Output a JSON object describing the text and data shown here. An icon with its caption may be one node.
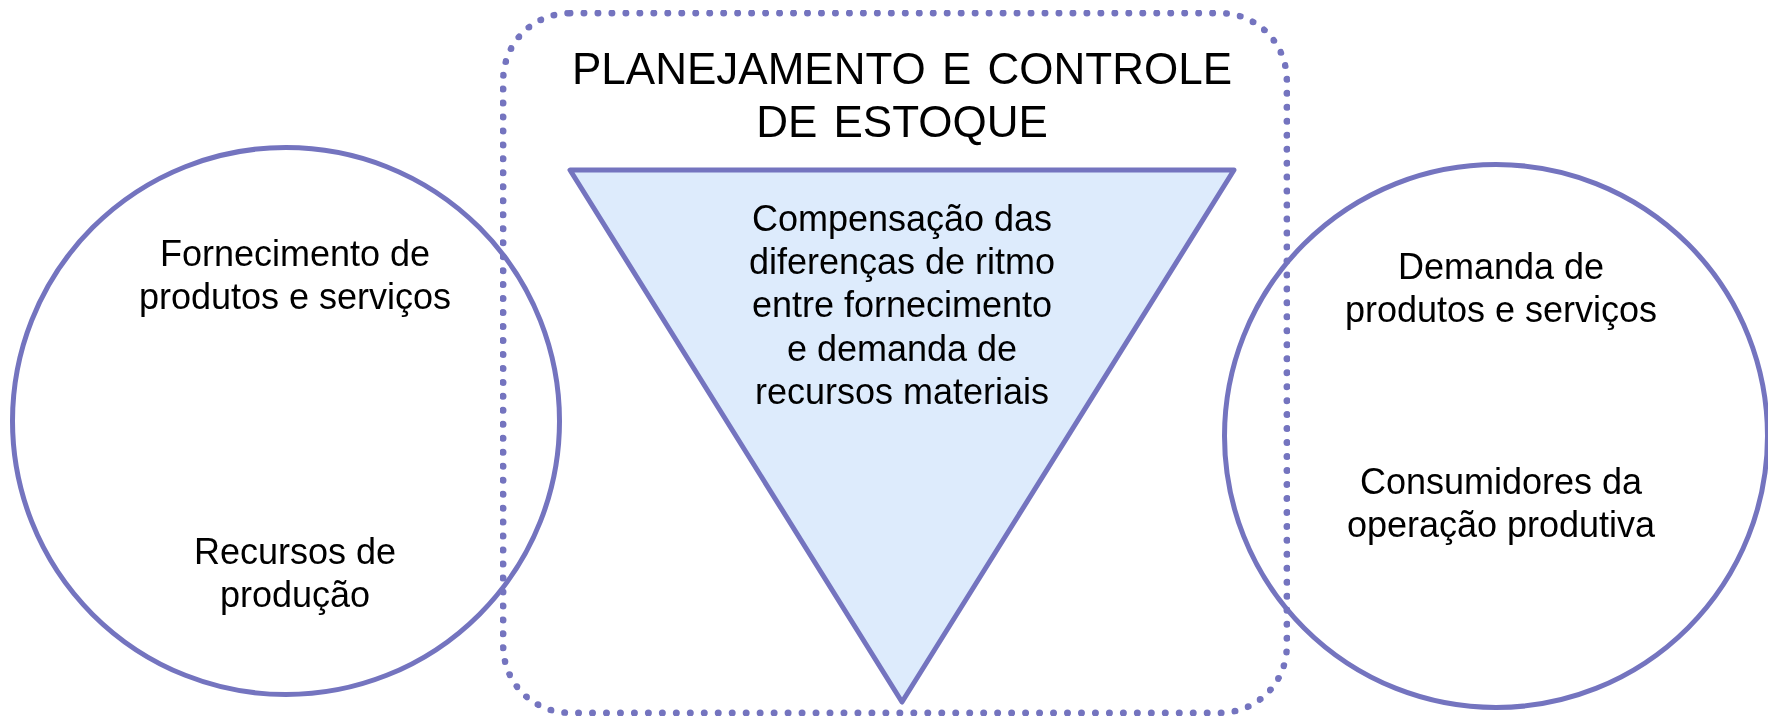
{
  "diagram": {
    "nodes": [
      {
        "text": [
          "PLANEJAMENTO  E  CONTROLE DE  ESTOQUE"
        ]
      },
      {
        "text": [
          "Compensação das diferenças de ritmo entre fornecimento e demanda de recursos materiais"
        ],
        "in": 0
      },
      {
        "text": [
          "Fornecimento de produtos e serviços",
          "Recursos de produção"
        ]
      },
      {
        "text": [
          "Demanda de produtos e serviços",
          "Consumidores da operação produtiva"
        ]
      }
    ]
  }
}
